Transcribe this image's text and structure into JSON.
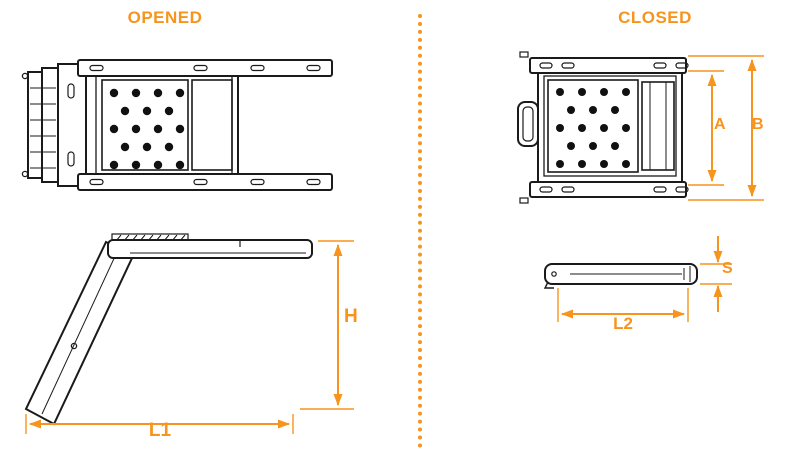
{
  "headers": {
    "opened": "OPENED",
    "closed": "CLOSED"
  },
  "dims": {
    "h": "H",
    "l1": "L1",
    "a": "A",
    "b": "B",
    "s": "S",
    "l2": "L2"
  },
  "colors": {
    "accent": "#F7941D",
    "line": "#1a1a1a",
    "background": "#ffffff"
  }
}
